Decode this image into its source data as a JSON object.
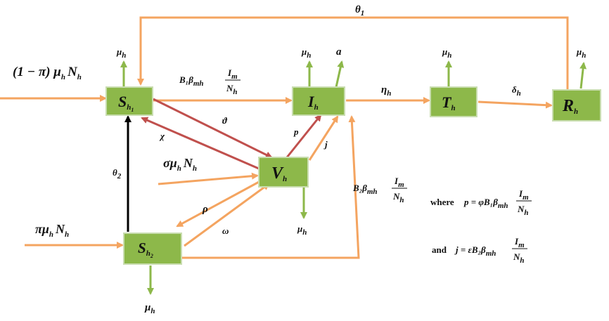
{
  "nodes": {
    "s1": {
      "main": "S",
      "sub": "h",
      "sub2": "1"
    },
    "i": {
      "main": "I",
      "sub": "h"
    },
    "t": {
      "main": "T",
      "sub": "h"
    },
    "r": {
      "main": "R",
      "sub": "h"
    },
    "v": {
      "main": "V",
      "sub": "h"
    },
    "s2": {
      "main": "S",
      "sub": "h",
      "sub2": "2"
    }
  },
  "labels": {
    "theta1": "θ",
    "theta1_sub": "1",
    "theta2": "θ",
    "theta2_sub": "2",
    "mu_h": "μ",
    "mu_sub": "h",
    "a": "a",
    "eta": "η",
    "eta_sub": "h",
    "delta": "δ",
    "delta_sub": "h",
    "chi": "χ",
    "vartheta": "ϑ",
    "p": "p",
    "j": "j",
    "rho": "ρ",
    "omega": "ω",
    "inflow_s1": "(1 − π) μ",
    "inflow_s1_sub": "h",
    "inflow_s1_N": "N",
    "inflow_v": "σμ",
    "inflow_v_N": "N",
    "inflow_s2": "πμ",
    "inflow_s2_N": "N",
    "beta1_rate": "B₁β",
    "beta1_sub": "mh",
    "beta2_rate": "B₂β",
    "beta2_sub": "mh",
    "frac_num": "I",
    "frac_num_sub": "m",
    "frac_den": "N",
    "frac_den_sub": "h"
  },
  "notes": {
    "line1_prefix": "where",
    "line1_expr": "p = φB₁β",
    "line1_sub": "mh",
    "line2_prefix": "and",
    "line2_expr": "j = εB₂β",
    "line2_sub": "mh"
  },
  "colors": {
    "box_fill": "#8db84a",
    "orange_arrow": "#f4a460",
    "green_arrow": "#8db84a",
    "red_arrow": "#c0504d",
    "black_arrow": "#000000"
  }
}
